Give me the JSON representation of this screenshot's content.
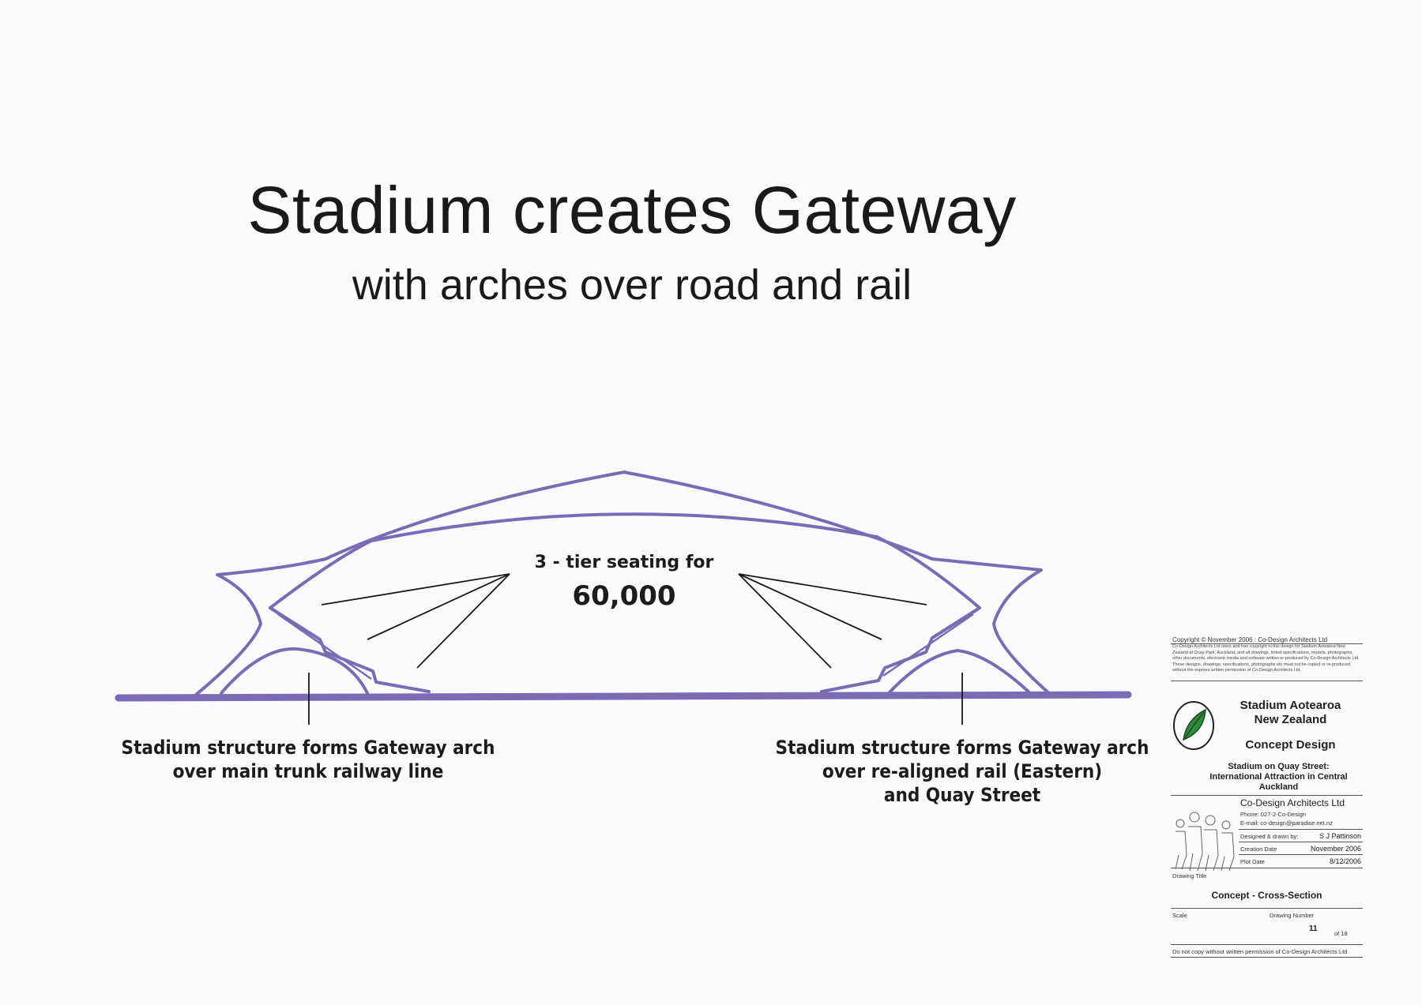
{
  "title": "Stadium creates Gateway",
  "subtitle": "with arches over road and rail",
  "seating": {
    "line1": "3 - tier seating for",
    "capacity": "60,000"
  },
  "labels": {
    "left": [
      "Stadium structure forms Gateway arch",
      "over main trunk railway line"
    ],
    "right": [
      "Stadium structure forms Gateway arch",
      "over re-aligned rail (Eastern)",
      "and Quay Street"
    ]
  },
  "colors": {
    "structure": "#7b6bb4",
    "leader": "#1a1a1a",
    "background": "#f9fbfd"
  },
  "title_block": {
    "copyright": "Copyright © November 2006 : Co-Design Architects Ltd",
    "copyright_body": "Co-Design Architects Ltd owns and has copyright in this design for Stadium Aotearoa New Zealand at Quay Park, Auckland, and all drawings, tinted specifications, models, photographs, other documents, electronic media and software written or produced by Co-Design Architects Ltd. These designs, drawings, specifications, photographs etc must not be copied or re-produced without the express written permission of Co-Design Architects Ltd.",
    "project_line1": "Stadium Aotearoa",
    "project_line2": "New Zealand",
    "phase": "Concept Design",
    "description_line1": "Stadium on Quay Street:",
    "description_line2": "International Attraction in Central",
    "description_line3": "Auckland",
    "firm": "Co-Design Architects Ltd",
    "phone": "Phone:  027-2-Co-Design",
    "email": "E-mail:  co-design@paradise.net.nz",
    "designed_label": "Designed & drawn by:",
    "designed_value": "S J Pattinson",
    "creation_label": "Creation Date",
    "creation_value": "November 2006",
    "plot_label": "Plot Date",
    "plot_value": "8/12/2006",
    "drawing_title_label": "Drawing Title",
    "drawing_title": "Concept - Cross-Section",
    "scale_label": "Scale",
    "drawing_number_label": "Drawing Number",
    "drawing_number": "11",
    "of_total": "of 18",
    "footer": "Do not copy without written permission of Co-Design Architects Ltd"
  }
}
